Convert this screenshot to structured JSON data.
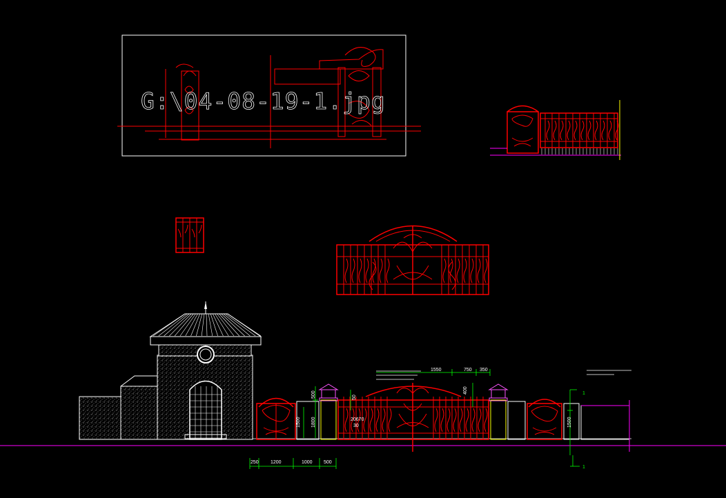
{
  "xref_label": "G:\\04-08-19-1.jpg",
  "dims_bottom": [
    "250",
    "1200",
    "1000",
    "500"
  ],
  "dims_top": [
    "1550",
    "750",
    "350"
  ],
  "dims_vertical": [
    "500",
    "1500",
    "1800",
    "50",
    "400",
    "1500"
  ],
  "dims_center": [
    "20670",
    "30"
  ],
  "section_marks": [
    "1",
    "1"
  ],
  "colors": {
    "background": "#000000",
    "gate_red": "#ff0000",
    "frame_white": "#ffffff",
    "dim_green": "#00ff00",
    "wall_magenta": "#ff00ff",
    "lamp_magenta": "#ff55ff",
    "stucco_gray": "#8a8a8a"
  }
}
